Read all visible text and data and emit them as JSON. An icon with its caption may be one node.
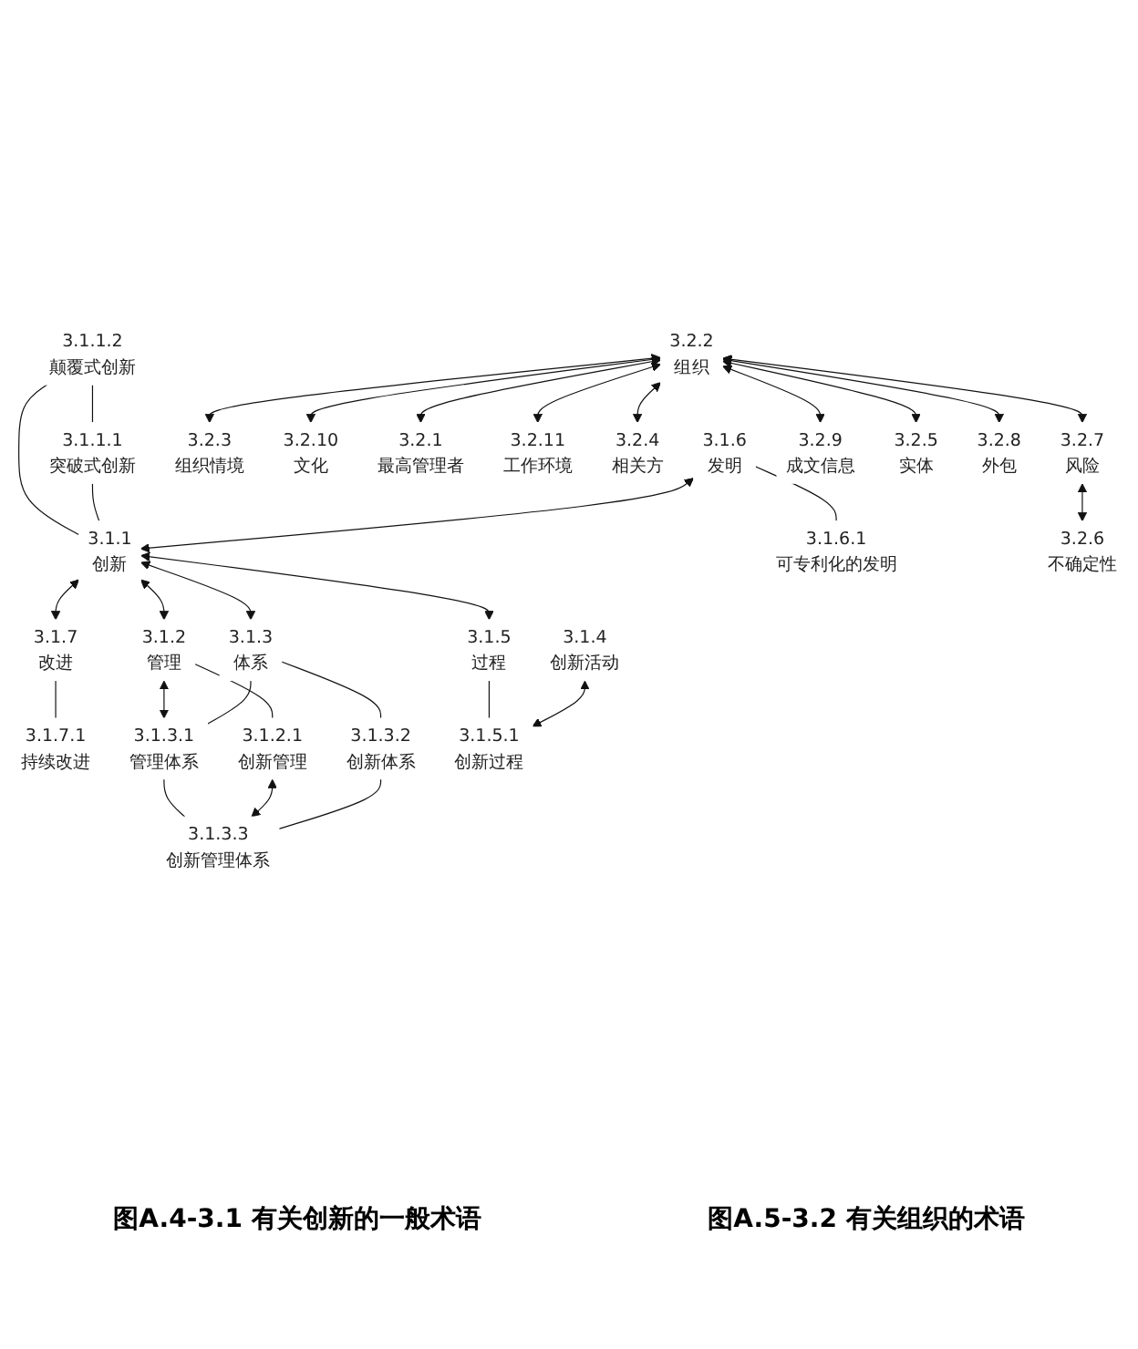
{
  "diagram": {
    "nodes": [
      {
        "text": [
          "3.1.1.2",
          "颠覆式创新"
        ]
      },
      {
        "text": [
          "3.1.1.1",
          "突破式创新"
        ]
      },
      {
        "text": [
          "3.1.6",
          "发明"
        ]
      },
      {
        "text": [
          "3.1.1",
          "创新"
        ]
      },
      {
        "text": [
          "3.1.7",
          "改进"
        ]
      },
      {
        "text": [
          "3.1.6.1",
          "可专利化的发明"
        ]
      },
      {
        "text": [
          "3.1.7.1",
          "持续改进"
        ]
      },
      {
        "text": [
          "3.1.2",
          "管理"
        ]
      },
      {
        "text": [
          "3.1.3",
          "体系"
        ]
      },
      {
        "text": [
          "3.1.5",
          "过程"
        ]
      },
      {
        "text": [
          "3.1.3.1",
          "管理体系"
        ]
      },
      {
        "text": [
          "3.1.3.2",
          "创新体系"
        ]
      },
      {
        "text": [
          "3.1.4",
          "创新活动"
        ]
      },
      {
        "text": [
          "3.1.2.1",
          "创新管理"
        ]
      },
      {
        "text": [
          "3.1.5.1",
          "创新过程"
        ]
      },
      {
        "text": [
          "3.1.3.3",
          "创新管理体系"
        ]
      },
      {
        "text": [
          "3.2.2",
          "组织"
        ]
      },
      {
        "text": [
          "3.2.3",
          "组织情境"
        ]
      },
      {
        "text": [
          "3.2.10",
          "文化"
        ]
      },
      {
        "text": [
          "3.2.1",
          "最高管理者"
        ]
      },
      {
        "text": [
          "3.2.11",
          "工作环境"
        ]
      },
      {
        "text": [
          "3.2.4",
          "相关方"
        ]
      },
      {
        "text": [
          "3.2.7",
          "风险"
        ]
      },
      {
        "text": [
          "3.2.9",
          "成文信息"
        ]
      },
      {
        "text": [
          "3.2.5",
          "实体"
        ]
      },
      {
        "text": [
          "3.2.8",
          "外包"
        ]
      },
      {
        "text": [
          "3.2.6",
          "不确定性"
        ]
      }
    ],
    "edges": [
      {
        "from": 0,
        "to": 1,
        "arrow": "none"
      },
      {
        "from": 0,
        "to": 3,
        "arrow": "none"
      },
      {
        "from": 1,
        "to": 3,
        "arrow": "none"
      },
      {
        "from": 2,
        "to": 3,
        "arrow": "both"
      },
      {
        "from": 3,
        "to": 4,
        "arrow": "both"
      },
      {
        "from": 2,
        "to": 5,
        "arrow": "none"
      },
      {
        "from": 4,
        "to": 6,
        "arrow": "none"
      },
      {
        "from": 3,
        "to": 7,
        "arrow": "both"
      },
      {
        "from": 3,
        "to": 8,
        "arrow": "both"
      },
      {
        "from": 3,
        "to": 9,
        "arrow": "both"
      },
      {
        "from": 7,
        "to": 10,
        "arrow": "both"
      },
      {
        "from": 8,
        "to": 10,
        "arrow": "none"
      },
      {
        "from": 8,
        "to": 11,
        "arrow": "none"
      },
      {
        "from": 7,
        "to": 13,
        "arrow": "none"
      },
      {
        "from": 10,
        "to": 15,
        "arrow": "none"
      },
      {
        "from": 13,
        "to": 15,
        "arrow": "both"
      },
      {
        "from": 11,
        "to": 15,
        "arrow": "none"
      },
      {
        "from": 9,
        "to": 14,
        "arrow": "none"
      },
      {
        "from": 12,
        "to": 14,
        "arrow": "both"
      },
      {
        "from": 16,
        "to": 17,
        "arrow": "both"
      },
      {
        "from": 16,
        "to": 18,
        "arrow": "both"
      },
      {
        "from": 16,
        "to": 19,
        "arrow": "both"
      },
      {
        "from": 16,
        "to": 20,
        "arrow": "both"
      },
      {
        "from": 16,
        "to": 21,
        "arrow": "both"
      },
      {
        "from": 16,
        "to": 22,
        "arrow": "both"
      },
      {
        "from": 16,
        "to": 23,
        "arrow": "both"
      },
      {
        "from": 16,
        "to": 24,
        "arrow": "both"
      },
      {
        "from": 16,
        "to": 25,
        "arrow": "both"
      },
      {
        "from": 22,
        "to": 26,
        "arrow": "both"
      }
    ],
    "labels": [
      "图A.4-3.1 有关创新的一般术语",
      "图A.5-3.2 有关组织的术语"
    ]
  }
}
